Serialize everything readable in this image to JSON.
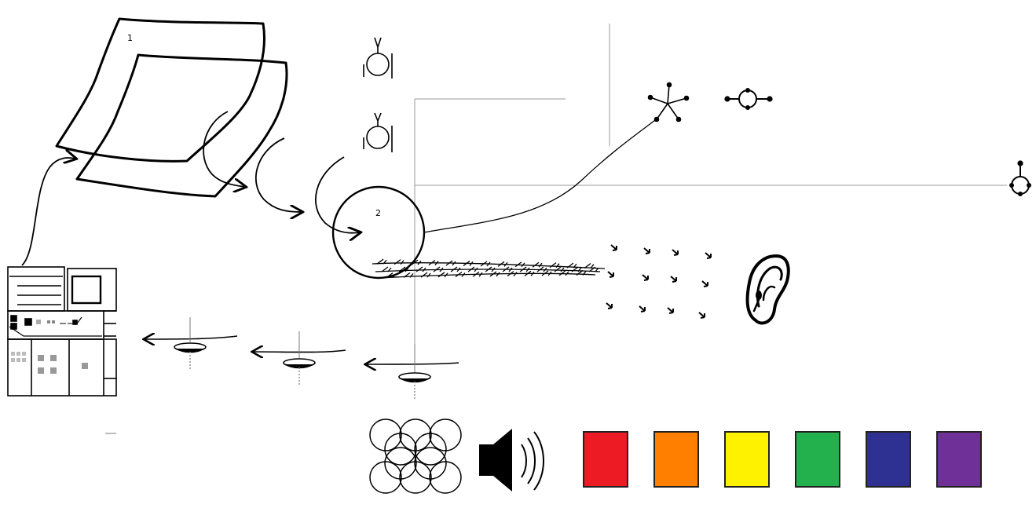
{
  "labels": {
    "sheet_number": "1",
    "circle_number": "2"
  },
  "swatches": [
    {
      "name": "red",
      "color": "#ed1c24"
    },
    {
      "name": "orange",
      "color": "#ff7f00"
    },
    {
      "name": "yellow",
      "color": "#fff200"
    },
    {
      "name": "green",
      "color": "#22b14c"
    },
    {
      "name": "blue",
      "color": "#2e3192"
    },
    {
      "name": "purple",
      "color": "#6f3198"
    }
  ],
  "icons": {
    "ear": "ear-icon",
    "speaker": "speaker-icon",
    "rings": "overlapping-rings-icon",
    "panel": "ui-panel-sketch-icon",
    "star": "asterisk-node-icon"
  }
}
